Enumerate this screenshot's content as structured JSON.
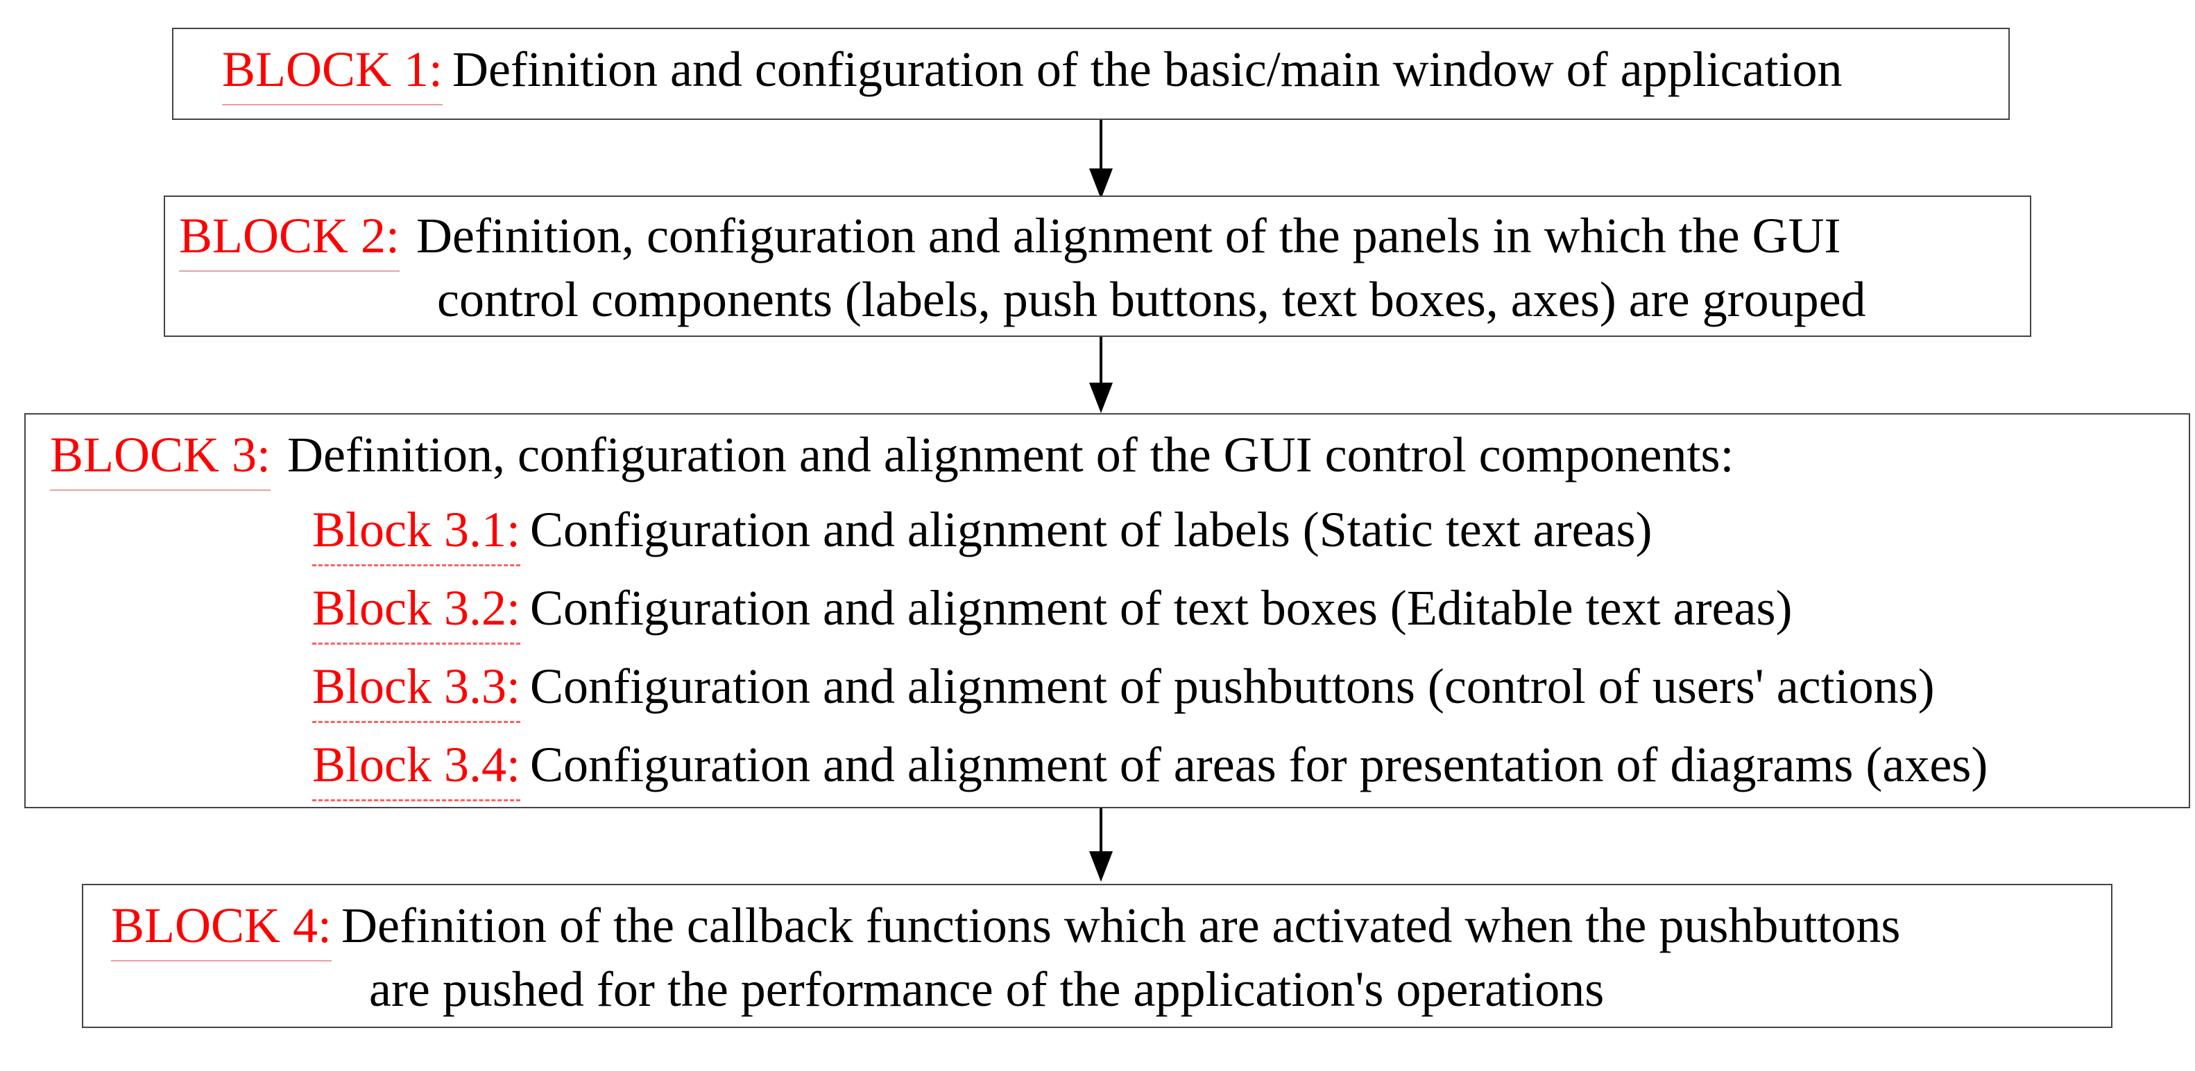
{
  "colors": {
    "tag": "#ff0000",
    "text": "#000000",
    "border": "#444444",
    "arrow": "#000000"
  },
  "block1": {
    "tag": "BLOCK 1:",
    "text": "Definition and configuration of the basic/main window of application"
  },
  "block2": {
    "tag": "BLOCK 2:",
    "line1": "Definition, configuration and alignment of the panels in which the GUI",
    "line2": "control components (labels, push buttons, text boxes, axes) are grouped"
  },
  "block3": {
    "tag": "BLOCK 3:",
    "text": "Definition, configuration and alignment of the GUI control components:",
    "subblocks": [
      {
        "tag": "Block 3.1:",
        "text": "Configuration and alignment of labels (Static text areas)"
      },
      {
        "tag": "Block 3.2:",
        "text": "Configuration and alignment of text boxes (Editable text areas)"
      },
      {
        "tag": "Block 3.3:",
        "text": "Configuration and alignment of pushbuttons (control of users' actions)"
      },
      {
        "tag": "Block 3.4:",
        "text": "Configuration and alignment of areas for presentation of diagrams (axes)"
      }
    ]
  },
  "block4": {
    "tag": "BLOCK 4:",
    "line1": "Definition of the callback functions which are activated when the pushbuttons",
    "line2": "are pushed for the performance of the application's operations"
  }
}
